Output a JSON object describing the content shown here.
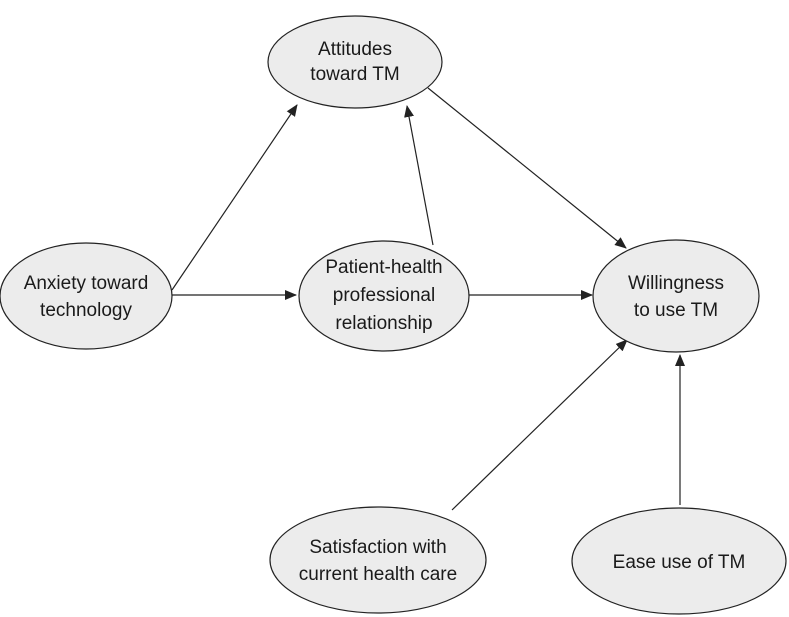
{
  "nodes": {
    "attitudes": {
      "line1": "Attitudes",
      "line2": "toward TM"
    },
    "anxiety": {
      "line1": "Anxiety toward",
      "line2": "technology"
    },
    "relationship": {
      "line1": "Patient-health",
      "line2": "professional",
      "line3": "relationship"
    },
    "willingness": {
      "line1": "Willingness",
      "line2": "to use TM"
    },
    "satisfaction": {
      "line1": "Satisfaction with",
      "line2": "current health care"
    },
    "ease": {
      "line1": "Ease use of TM"
    }
  }
}
